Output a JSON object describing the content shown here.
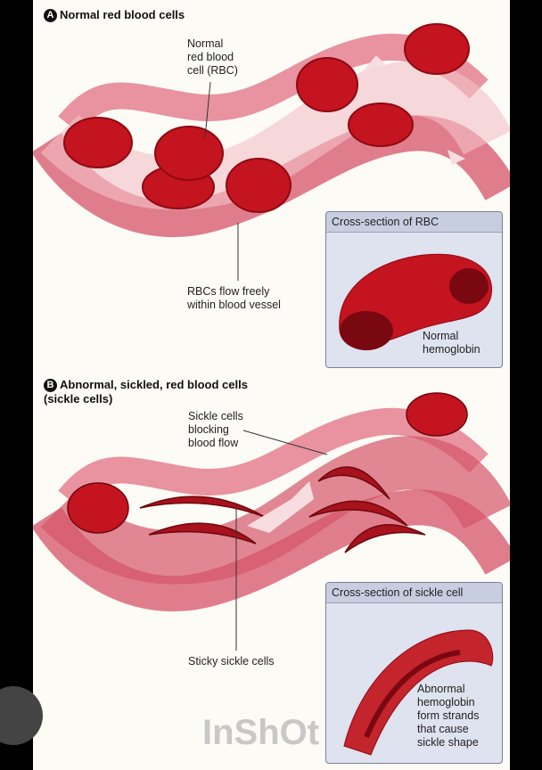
{
  "panel_a": {
    "badge": "A",
    "title": "Normal red blood cells",
    "label_rbc": "Normal\nred blood\ncell (RBC)",
    "label_flow": "RBCs flow freely\nwithin blood vessel",
    "inset_title": "Cross-section of RBC",
    "inset_label": "Normal\nhemoglobin"
  },
  "panel_b": {
    "badge": "B",
    "title": "Abnormal, sickled, red blood cells\n(sickle cells)",
    "label_block": "Sickle cells\nblocking\nblood flow",
    "label_sticky": "Sticky sickle cells",
    "inset_title": "Cross-section of sickle cell",
    "inset_label": "Abnormal\nhemoglobin\nform strands\nthat cause\nsickle shape"
  },
  "watermark": "InShOt",
  "colors": {
    "vessel": "#e88a96",
    "cell": "#c4141f",
    "inset_bg": "#dfe2ef"
  }
}
